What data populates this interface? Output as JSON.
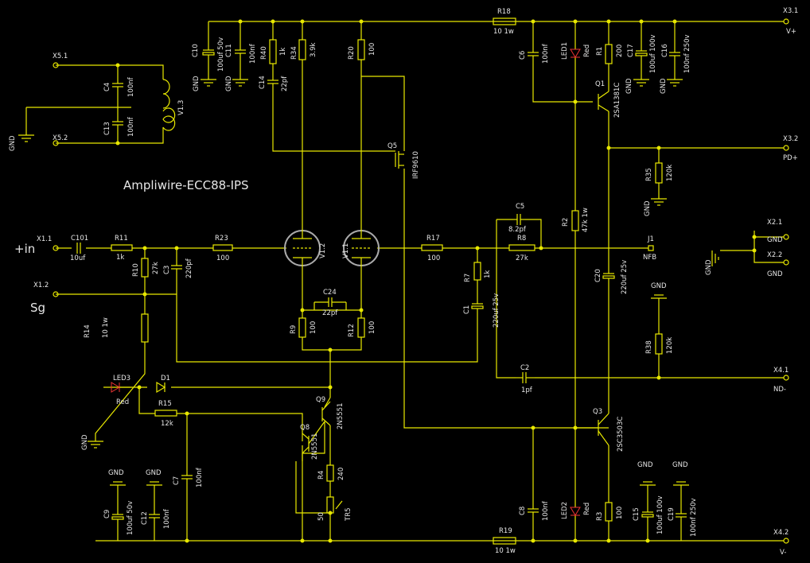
{
  "title": "Ampliwire-ECC88-IPS",
  "input_labels": {
    "in": "+in",
    "sg": "Sg"
  },
  "connectors": {
    "x1_1": "X1.1",
    "x1_2": "X1.2",
    "x5_1": "X5.1",
    "x5_2": "X5.2",
    "x3_1": "X3.1",
    "x3_1_net": "V+",
    "x3_2": "X3.2",
    "x3_2_net": "PD+",
    "x2_1": "X2.1",
    "x2_1_net": "GND",
    "x2_2": "X2.2",
    "x2_2_net": "GND",
    "x4_1": "X4.1",
    "x4_1_net": "ND-",
    "x4_2": "X4.2",
    "x4_2_net": "V-",
    "j1": "J1",
    "j1_net": "NFB"
  },
  "gnd": "GND",
  "resistors": {
    "r11": {
      "ref": "R11",
      "val": "1k"
    },
    "r23": {
      "ref": "R23",
      "val": "100"
    },
    "r10": {
      "ref": "R10",
      "val": "27k"
    },
    "r14": {
      "ref": "R14",
      "val": "10 1w"
    },
    "r15": {
      "ref": "R15",
      "val": "12k"
    },
    "r4": {
      "ref": "R4",
      "val": "240"
    },
    "r9": {
      "ref": "R9",
      "val": "100"
    },
    "r12": {
      "ref": "R12",
      "val": "100"
    },
    "r40": {
      "ref": "R40",
      "val": "1k"
    },
    "r34": {
      "ref": "R34",
      "val": "3.9k"
    },
    "r20": {
      "ref": "R20",
      "val": "100"
    },
    "r17": {
      "ref": "R17",
      "val": "100"
    },
    "r7": {
      "ref": "R7",
      "val": "1k"
    },
    "r8": {
      "ref": "R8",
      "val": "27k"
    },
    "r18": {
      "ref": "R18",
      "val": "10 1w"
    },
    "r19": {
      "ref": "R19",
      "val": "10 1w"
    },
    "r2": {
      "ref": "R2",
      "val": "47k 1w"
    },
    "r1": {
      "ref": "R1",
      "val": "200"
    },
    "r3": {
      "ref": "R3",
      "val": "100"
    },
    "r35": {
      "ref": "R35",
      "val": "120k"
    },
    "r38": {
      "ref": "R38",
      "val": "120k"
    }
  },
  "capacitors": {
    "c101": {
      "ref": "C101",
      "val": "10uf"
    },
    "c3": {
      "ref": "C3",
      "val": "220pf"
    },
    "c4": {
      "ref": "C4",
      "val": "100nf"
    },
    "c13": {
      "ref": "C13",
      "val": "100nf"
    },
    "c10": {
      "ref": "C10",
      "val": "100uf 50v"
    },
    "c11": {
      "ref": "C11",
      "val": "100nf"
    },
    "c14": {
      "ref": "C14",
      "val": "22pf"
    },
    "c24": {
      "ref": "C24",
      "val": "22pf"
    },
    "c5": {
      "ref": "C5",
      "val": "8.2pf"
    },
    "c1": {
      "ref": "C1",
      "val": "220uf 25v"
    },
    "c2": {
      "ref": "C2",
      "val": "1pf"
    },
    "c6": {
      "ref": "C6",
      "val": "100nf"
    },
    "c17": {
      "ref": "C17",
      "val": "100uf 100v"
    },
    "c16": {
      "ref": "C16",
      "val": "100nf 250v"
    },
    "c20": {
      "ref": "C20",
      "val": "220uf 25v"
    },
    "c7": {
      "ref": "C7",
      "val": "100nf"
    },
    "c9": {
      "ref": "C9",
      "val": "100uf 50v"
    },
    "c12": {
      "ref": "C12",
      "val": "100nf"
    },
    "c8": {
      "ref": "C8",
      "val": "100nf"
    },
    "c15": {
      "ref": "C15",
      "val": "100uf 100v"
    },
    "c19": {
      "ref": "C19",
      "val": "100nf 250v"
    }
  },
  "semis": {
    "led1": {
      "ref": "LED1",
      "val": "Red"
    },
    "led2": {
      "ref": "LED2",
      "val": "Red"
    },
    "led3": {
      "ref": "LED3",
      "val": "Red"
    },
    "d1": {
      "ref": "D1",
      "val": ""
    },
    "q1": {
      "ref": "Q1",
      "val": "2SA1381C"
    },
    "q3": {
      "ref": "Q3",
      "val": "2SC3503C"
    },
    "q5": {
      "ref": "Q5",
      "val": "IRF9610"
    },
    "q8": {
      "ref": "Q8",
      "val": "2N5551"
    },
    "q9": {
      "ref": "Q9",
      "val": "2N5551"
    },
    "tr5": {
      "ref": "TR5",
      "val": "50"
    },
    "v1_1": {
      "ref": "V1.1",
      "val": ""
    },
    "v1_2": {
      "ref": "V1.2",
      "val": ""
    },
    "v1_3": {
      "ref": "V1.3",
      "val": ""
    }
  },
  "colors": {
    "wire": "#e8e800",
    "text": "#e6e6e6",
    "led": "#e33",
    "background": "#000000"
  }
}
